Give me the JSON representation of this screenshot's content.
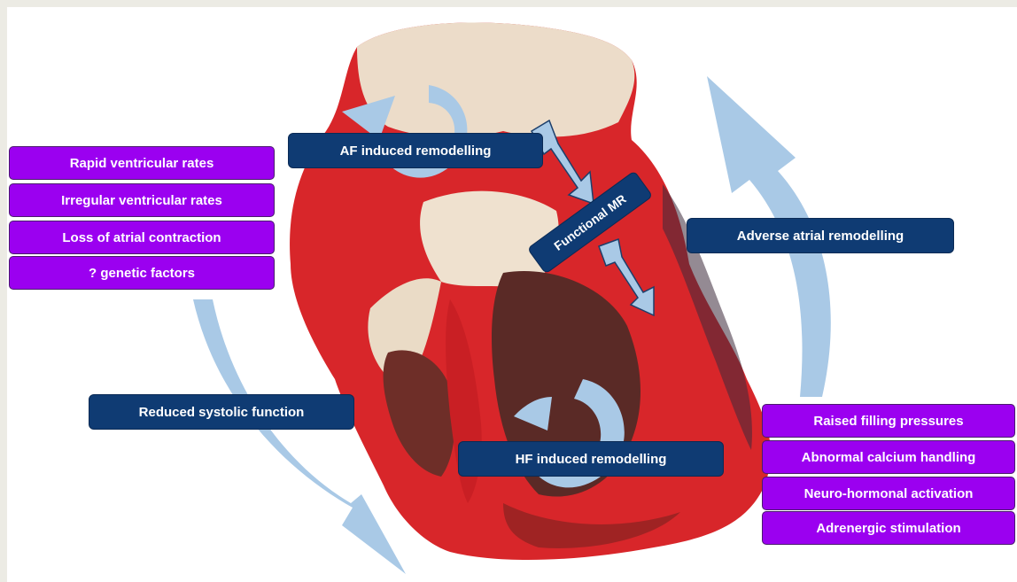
{
  "left_factors": [
    "Rapid ventricular rates",
    "Irregular ventricular rates",
    "Loss of atrial contraction",
    "? genetic factors"
  ],
  "right_factors": [
    "Raised filling pressures",
    "Abnormal calcium handling",
    "Neuro-hormonal activation",
    "Adrenergic stimulation"
  ],
  "labels": {
    "af_remodelling": "AF induced remodelling",
    "functional_mr": "Functional MR",
    "adverse_atrial": "Adverse atrial remodelling",
    "reduced_systolic": "Reduced systolic function",
    "hf_remodelling": "HF induced remodelling"
  },
  "colors": {
    "factor_box": "#9b00f0",
    "label_box": "#0f3b73",
    "arrow": "#a9c9e6",
    "heart_muscle": "#d8262a"
  }
}
